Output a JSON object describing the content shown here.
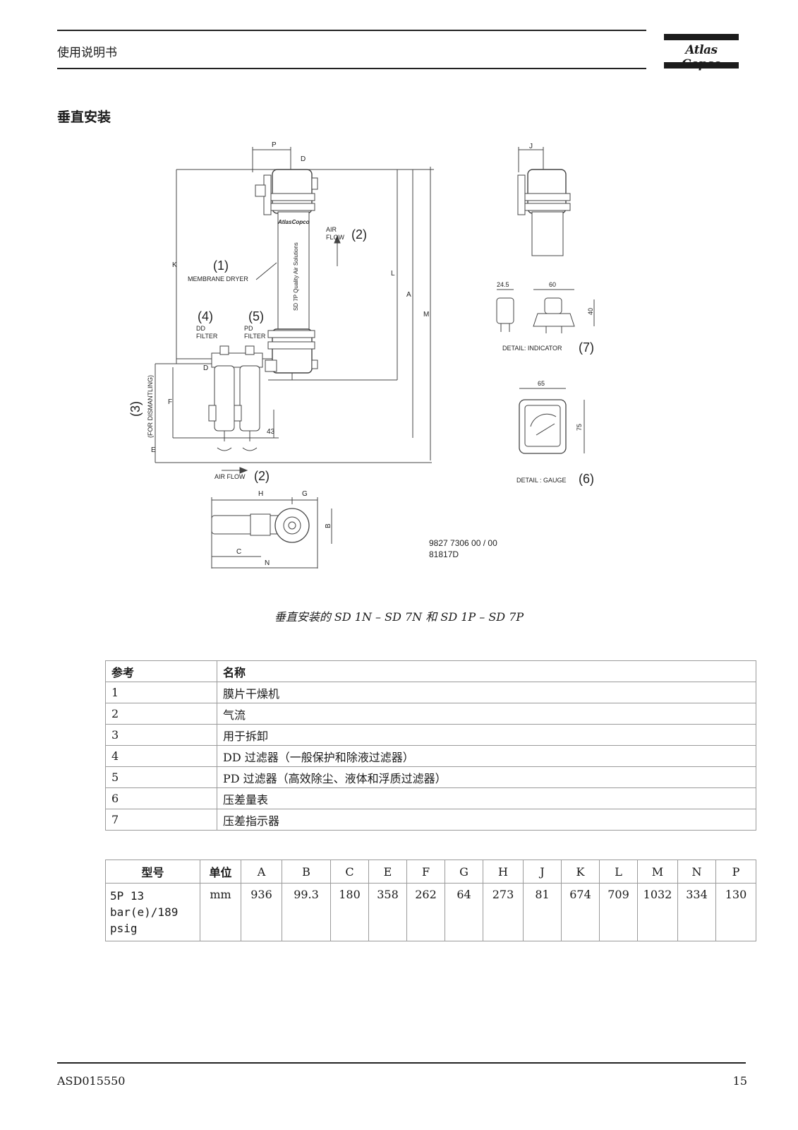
{
  "header": {
    "title": "使用说明书",
    "brand": "Atlas Copco"
  },
  "section_title": "垂直安装",
  "drawing": {
    "labels": {
      "item1": "(1)",
      "membrane_dryer": "MEMBRANE DRYER",
      "item2": "(2)",
      "air": "AIR",
      "flow": "FLOW",
      "air_flow": "AIR FLOW",
      "item3": "(3)",
      "for_dismantling": "(FOR DISMANTLING)",
      "item4": "(4)",
      "dd": "DD",
      "filter": "FILTER",
      "item5": "(5)",
      "pd": "PD",
      "item6": "(6)",
      "detail_gauge": "DETAIL : GAUGE",
      "item7": "(7)",
      "detail_indicator": "DETAIL: INDICATOR",
      "side_text": "SD 7P  Quality Air Solutions",
      "head_brand": "AtlasCopco"
    },
    "dims": {
      "P": "P",
      "D": "D",
      "K": "K",
      "L": "L",
      "A": "A",
      "M": "M",
      "E": "E",
      "F": "F",
      "H": "H",
      "G": "G",
      "B": "B",
      "C": "C",
      "N": "N",
      "J": "J",
      "d43": "43",
      "d24_5": "24.5",
      "d60": "60",
      "d40": "40",
      "d65": "65",
      "d75": "75"
    },
    "doc_number": "9827 7306 00 / 00",
    "doc_code": "81817D"
  },
  "caption": "垂直安装的 SD 1N – SD 7N 和 SD 1P – SD 7P",
  "ref_table": {
    "headers": [
      "参考",
      "名称"
    ],
    "rows": [
      [
        "1",
        "膜片干燥机"
      ],
      [
        "2",
        "气流"
      ],
      [
        "3",
        "用于拆卸"
      ],
      [
        "4",
        "DD 过滤器（一般保护和除液过滤器）"
      ],
      [
        "5",
        "PD 过滤器（高效除尘、液体和浮质过滤器）"
      ],
      [
        "6",
        "压差量表"
      ],
      [
        "7",
        "压差指示器"
      ]
    ]
  },
  "dim_table": {
    "headers": [
      "型号",
      "单位",
      "A",
      "B",
      "C",
      "E",
      "F",
      "G",
      "H",
      "J",
      "K",
      "L",
      "M",
      "N",
      "P"
    ],
    "row": {
      "model_lines": [
        "5P 13",
        "bar(e)/189",
        "psig"
      ],
      "unit": "mm",
      "values": [
        "936",
        "99.3",
        "180",
        "358",
        "262",
        "64",
        "273",
        "81",
        "674",
        "709",
        "1032",
        "334",
        "130"
      ]
    }
  },
  "footer": {
    "doc_id": "ASD015550",
    "page": "15"
  }
}
